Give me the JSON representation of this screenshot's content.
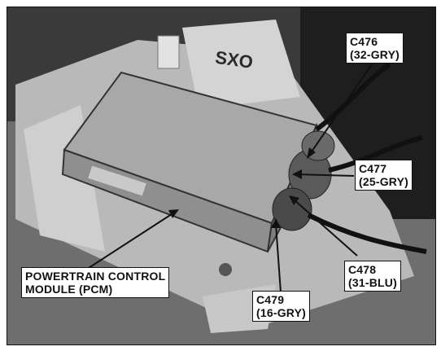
{
  "labels": {
    "c476": "C476\n(32-GRY)",
    "c477": "C477\n(25-GRY)",
    "c478": "C478\n(31-BLU)",
    "c479": "C479\n(16-GRY)",
    "pcm": "POWERTRAIN CONTROL\nMODULE (PCM)",
    "stamp": "SXO"
  }
}
